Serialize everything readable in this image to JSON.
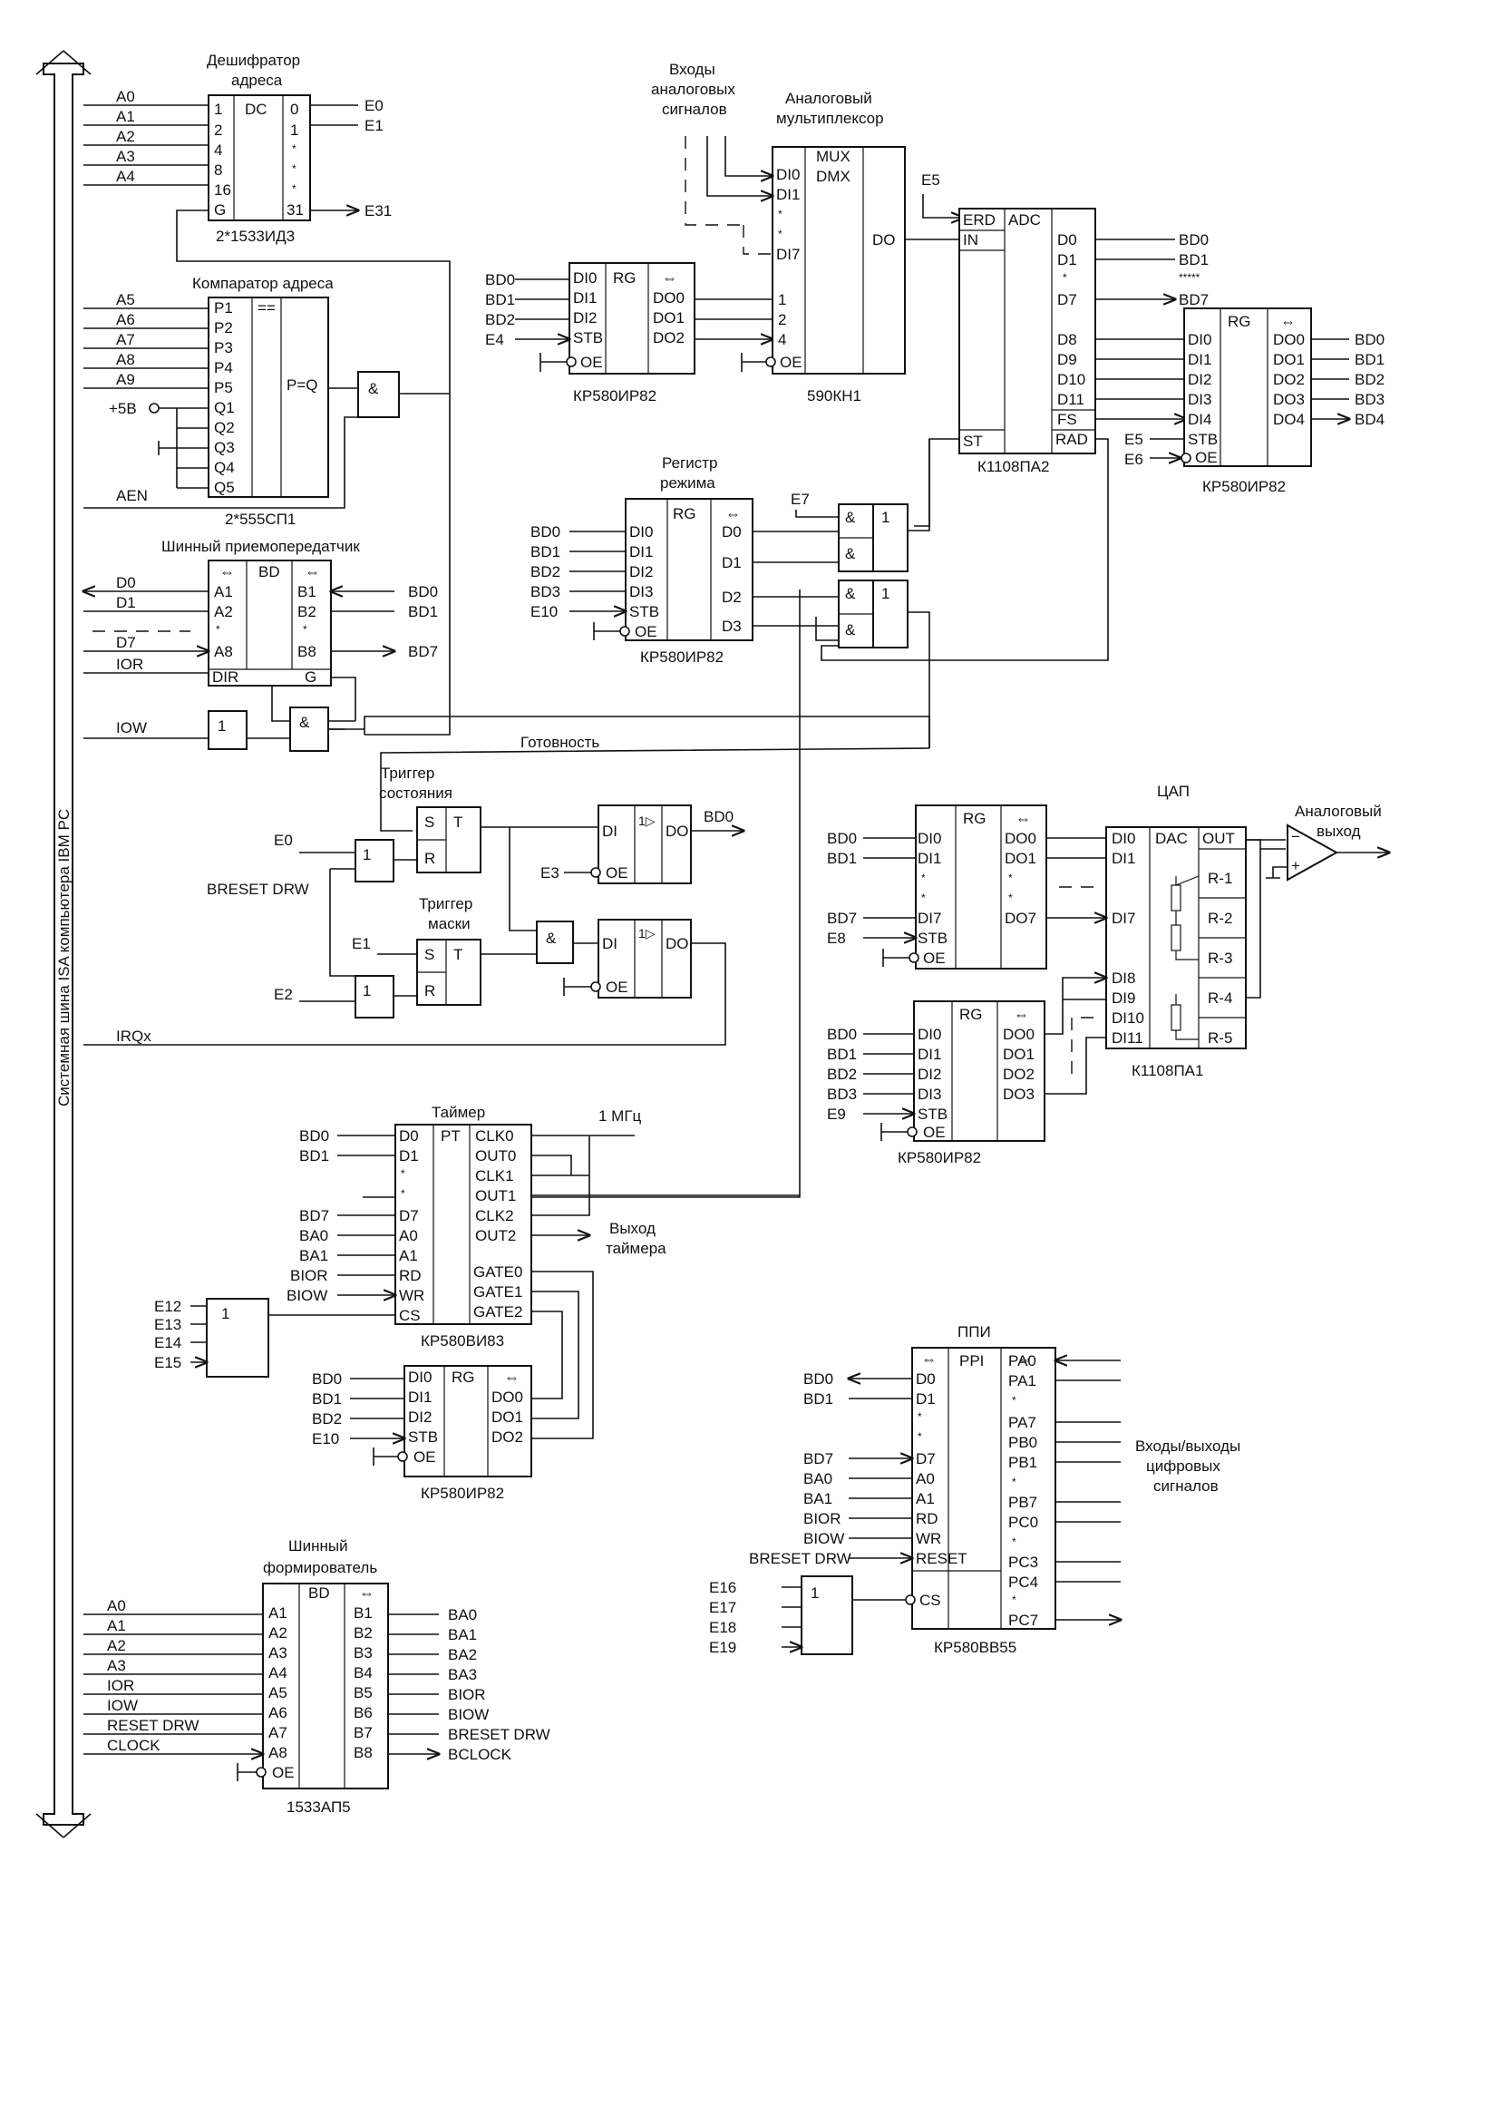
{
  "bus": {
    "label": "Системная шина ISA компьютера IBM PC"
  },
  "decoder": {
    "title1": "Дешифратор",
    "title2": "адреса",
    "type": "DC",
    "part": "2*1533ИД3",
    "inputs": [
      "A0",
      "A1",
      "A2",
      "A3",
      "A4"
    ],
    "pins_in": [
      "1",
      "2",
      "4",
      "8",
      "16",
      "G"
    ],
    "pins_out": [
      "0",
      "1",
      "*",
      "*",
      "*",
      "31"
    ],
    "outputs": [
      "E0",
      "E1",
      "E31"
    ]
  },
  "comparator": {
    "title": "Компаратор адреса",
    "type": "==",
    "func": "P=Q",
    "part": "2*555СП1",
    "inputs": [
      "A5",
      "A6",
      "A7",
      "A8",
      "A9"
    ],
    "pins_p": [
      "P1",
      "P2",
      "P3",
      "P4",
      "P5"
    ],
    "pins_q": [
      "Q1",
      "Q2",
      "Q3",
      "Q4",
      "Q5"
    ],
    "supply": "+5В",
    "aen": "AEN",
    "gate": "&"
  },
  "transceiver": {
    "title": "Шинный приемопередатчик",
    "type": "BD",
    "bus_side": [
      "D0",
      "D1",
      "D7",
      "IOR"
    ],
    "pins_a": [
      "A1",
      "A2",
      "*",
      "A8",
      "DIR"
    ],
    "pins_b": [
      "B1",
      "B2",
      "*",
      "B8",
      "G"
    ],
    "outputs": [
      "BD0",
      "BD1",
      "BD7"
    ],
    "iow": "IOW",
    "gate_or": "1",
    "gate_and": "&",
    "ready": "Готовность"
  },
  "mux_reg": {
    "type": "RG",
    "part": "КР580ИР82",
    "inputs": [
      "BD0",
      "BD1",
      "BD2",
      "E4"
    ],
    "pins_in": [
      "DI0",
      "DI1",
      "DI2",
      "STB",
      "OE"
    ],
    "pins_out": [
      "DO0",
      "DO1",
      "DO2"
    ]
  },
  "mux": {
    "title_in1": "Входы",
    "title_in2": "аналоговых",
    "title_in3": "сигналов",
    "title1": "Аналоговый",
    "title2": "мультиплексор",
    "type1": "MUX",
    "type2": "DMX",
    "part": "590КН1",
    "pins": [
      "DI0",
      "DI1",
      "*",
      "*",
      "DI7",
      "1",
      "2",
      "4",
      "OE"
    ],
    "out": "DO"
  },
  "adc": {
    "type": "ADC",
    "part": "К1108ПА2",
    "e5": "E5",
    "pins_l": [
      "ERD",
      "IN",
      "ST"
    ],
    "pins_r": [
      "D0",
      "D1",
      "*",
      "D7",
      "D8",
      "D9",
      "D10",
      "D11",
      "FS",
      "RAD"
    ],
    "outputs": [
      "BD0",
      "BD1",
      "*****",
      "BD7"
    ]
  },
  "adc_reg": {
    "type": "RG",
    "part": "КР580ИР82",
    "pins_in": [
      "DI0",
      "DI1",
      "DI2",
      "DI3",
      "DI4",
      "STB",
      "OE"
    ],
    "pins_out": [
      "DO0",
      "DO1",
      "DO2",
      "DO3",
      "DO4"
    ],
    "outputs": [
      "BD0",
      "BD1",
      "BD2",
      "BD3",
      "BD4"
    ],
    "ctrl": [
      "E5",
      "E6"
    ]
  },
  "mode_reg": {
    "title1": "Регистр",
    "title2": "режима",
    "type": "RG",
    "part": "КР580ИР82",
    "inputs": [
      "BD0",
      "BD1",
      "BD2",
      "BD3",
      "E10"
    ],
    "pins_in": [
      "DI0",
      "DI1",
      "DI2",
      "DI3",
      "STB",
      "OE"
    ],
    "pins_out": [
      "D0",
      "D1",
      "D2",
      "D3"
    ],
    "e7": "E7",
    "gate_and": "&",
    "gate_or": "1"
  },
  "status": {
    "title1": "Триггер",
    "title2": "состояния",
    "type": "T",
    "inputs": [
      "E0",
      "BRESET DRW"
    ],
    "pins": [
      "S",
      "R"
    ],
    "gate": "1"
  },
  "mask": {
    "title1": "Триггер",
    "title2": "маски",
    "type": "T",
    "inputs": [
      "E1",
      "E2"
    ],
    "pins": [
      "S",
      "R"
    ],
    "gate": "1",
    "and": "&"
  },
  "buffers": {
    "pins_in": [
      "DI",
      "OE"
    ],
    "type": "1▷",
    "out": "DO",
    "e3": "E3",
    "bd0": "BD0",
    "irq": "IRQx"
  },
  "dac": {
    "title": "ЦАП",
    "type": "DAC",
    "part": "К1108ПА1",
    "pins_in": [
      "DI0",
      "DI1",
      "DI7",
      "DI8",
      "DI9",
      "DI10",
      "DI11"
    ],
    "out": "OUT",
    "res": [
      "R-1",
      "R-2",
      "R-3",
      "R-4",
      "R-5"
    ],
    "output1": "Аналоговый",
    "output2": "выход",
    "minus": "−",
    "plus": "+"
  },
  "dac_reg1": {
    "type": "RG",
    "part": "",
    "inputs": [
      "BD0",
      "BD1",
      "BD7",
      "E8"
    ],
    "pins_in": [
      "DI0",
      "DI1",
      "*",
      "*",
      "DI7",
      "STB",
      "OE"
    ],
    "pins_out": [
      "DO0",
      "DO1",
      "*",
      "*",
      "DO7"
    ]
  },
  "dac_reg2": {
    "type": "RG",
    "part": "КР580ИР82",
    "inputs": [
      "BD0",
      "BD1",
      "BD2",
      "BD3",
      "E9"
    ],
    "pins_in": [
      "DI0",
      "DI1",
      "DI2",
      "DI3",
      "STB",
      "OE"
    ],
    "pins_out": [
      "DO0",
      "DO1",
      "DO2",
      "DO3"
    ]
  },
  "timer": {
    "title": "Таймер",
    "type": "PT",
    "part": "КР580ВИ83",
    "freq": "1 МГц",
    "inputs": [
      "BD0",
      "BD1",
      "BD7",
      "BA0",
      "BA1",
      "BIOR",
      "BIOW"
    ],
    "pins_in": [
      "D0",
      "D1",
      "*",
      "*",
      "D7",
      "A0",
      "A1",
      "RD",
      "WR",
      "CS"
    ],
    "pins_out": [
      "CLK0",
      "OUT0",
      "CLK1",
      "OUT1",
      "CLK2",
      "OUT2",
      "GATE0",
      "GATE1",
      "GATE2"
    ],
    "out1": "Выход",
    "out2": "таймера",
    "cs_in": [
      "E12",
      "E13",
      "E14",
      "E15"
    ],
    "gate": "1"
  },
  "timer_reg": {
    "type": "RG",
    "part": "КР580ИР82",
    "inputs": [
      "BD0",
      "BD1",
      "BD2",
      "E10"
    ],
    "pins_in": [
      "DI0",
      "DI1",
      "DI2",
      "STB",
      "OE"
    ],
    "pins_out": [
      "DO0",
      "DO1",
      "DO2"
    ]
  },
  "ppi": {
    "title": "ППИ",
    "type": "PPI",
    "part": "КР580ВВ55",
    "inputs": [
      "BD0",
      "BD1",
      "BD7",
      "BA0",
      "BA1",
      "BIOR",
      "BIOW",
      "BRESET DRW"
    ],
    "pins_in": [
      "D0",
      "D1",
      "*",
      "*",
      "D7",
      "A0",
      "A1",
      "RD",
      "WR",
      "RESET",
      "CS"
    ],
    "pins_out": [
      "PA0",
      "PA1",
      "*",
      "PA7",
      "PB0",
      "PB1",
      "*",
      "PB7",
      "PC0",
      "*",
      "PC3",
      "PC4",
      "*",
      "PC7"
    ],
    "io1": "Входы/выходы",
    "io2": "цифровых",
    "io3": "сигналов",
    "cs_in": [
      "E16",
      "E17",
      "E18",
      "E19"
    ],
    "gate": "1"
  },
  "bus_former": {
    "title1": "Шинный",
    "title2": "формирователь",
    "type": "BD",
    "part": "1533АП5",
    "inputs": [
      "A0",
      "A1",
      "A2",
      "A3",
      "IOR",
      "IOW",
      "RESET DRW",
      "CLOCK"
    ],
    "pins_a": [
      "A1",
      "A2",
      "A3",
      "A4",
      "A5",
      "A6",
      "A7",
      "A8",
      "OE"
    ],
    "pins_b": [
      "B1",
      "B2",
      "B3",
      "B4",
      "B5",
      "B6",
      "B7",
      "B8"
    ],
    "outputs": [
      "BA0",
      "BA1",
      "BA2",
      "BA3",
      "BIOR",
      "BIOW",
      "BRESET DRW",
      "BCLOCK"
    ]
  },
  "misc": {
    "bidir": "⇔"
  }
}
